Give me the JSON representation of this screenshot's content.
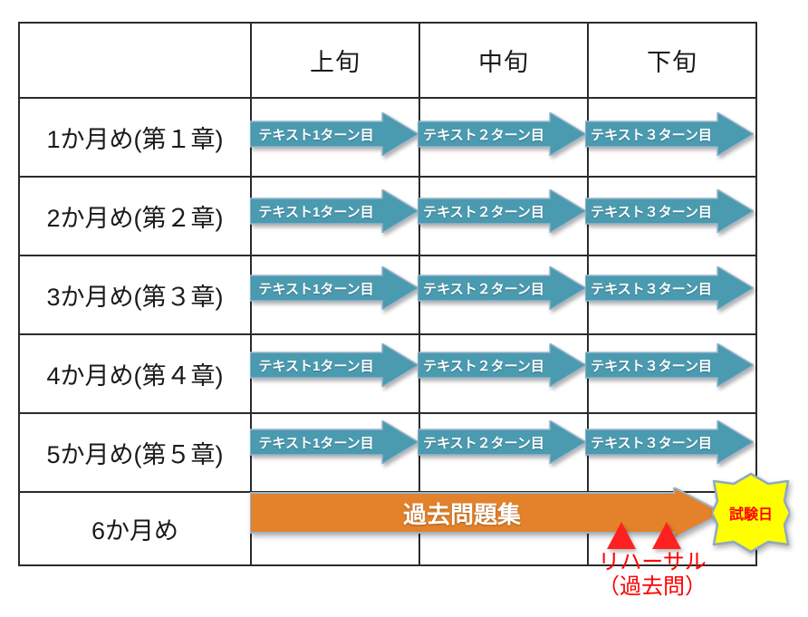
{
  "table": {
    "corner_label": "",
    "column_headers": [
      "上旬",
      "中旬",
      "下旬"
    ],
    "rows": [
      {
        "label": "1か月め(第１章)",
        "cells": [
          "テキスト1ターン目",
          "テキスト２ターン目",
          "テキスト３ターン目"
        ]
      },
      {
        "label": "2か月め(第２章)",
        "cells": [
          "テキスト1ターン目",
          "テキスト２ターン目",
          "テキスト３ターン目"
        ]
      },
      {
        "label": "3か月め(第３章)",
        "cells": [
          "テキスト1ターン目",
          "テキスト２ターン目",
          "テキスト３ターン目"
        ]
      },
      {
        "label": "4か月め(第４章)",
        "cells": [
          "テキスト1ターン目",
          "テキスト２ターン目",
          "テキスト３ターン目"
        ]
      },
      {
        "label": "5か月め(第５章)",
        "cells": [
          "テキスト1ターン目",
          "テキスト２ターン目",
          "テキスト３ターン目"
        ]
      },
      {
        "label": "6か月め",
        "cells": [
          "",
          "",
          ""
        ]
      }
    ]
  },
  "final_month": {
    "arrow_label": "過去問題集",
    "exam_day_label": "試験日",
    "rehearsal_caption_line1": "リハーサル",
    "rehearsal_caption_line2": "（過去問）",
    "marker_count": 2
  },
  "colors": {
    "teal_arrow": "#4A9AB0",
    "orange_arrow": "#E3822A",
    "arrow_outline": "#9BB4CC",
    "badge_fill": "#FFFF00",
    "badge_outline": "#8FA8C4",
    "marker_red": "#FF2020",
    "caption_red": "#FF0000",
    "grid_line": "#2b2b2b",
    "text": "#1a1a1a",
    "background": "#FFFFFF"
  }
}
